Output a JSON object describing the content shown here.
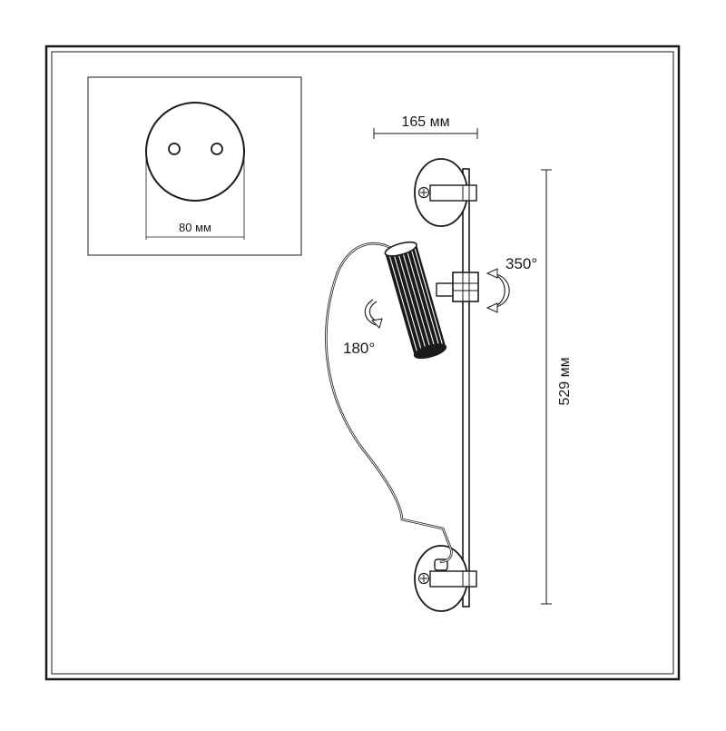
{
  "mount_inset": {
    "diameter_label": "80 мм"
  },
  "lamp": {
    "width_label": "165 мм",
    "height_label": "529 мм",
    "rotation_arm_label": "350°",
    "rotation_shade_label": "180°"
  }
}
